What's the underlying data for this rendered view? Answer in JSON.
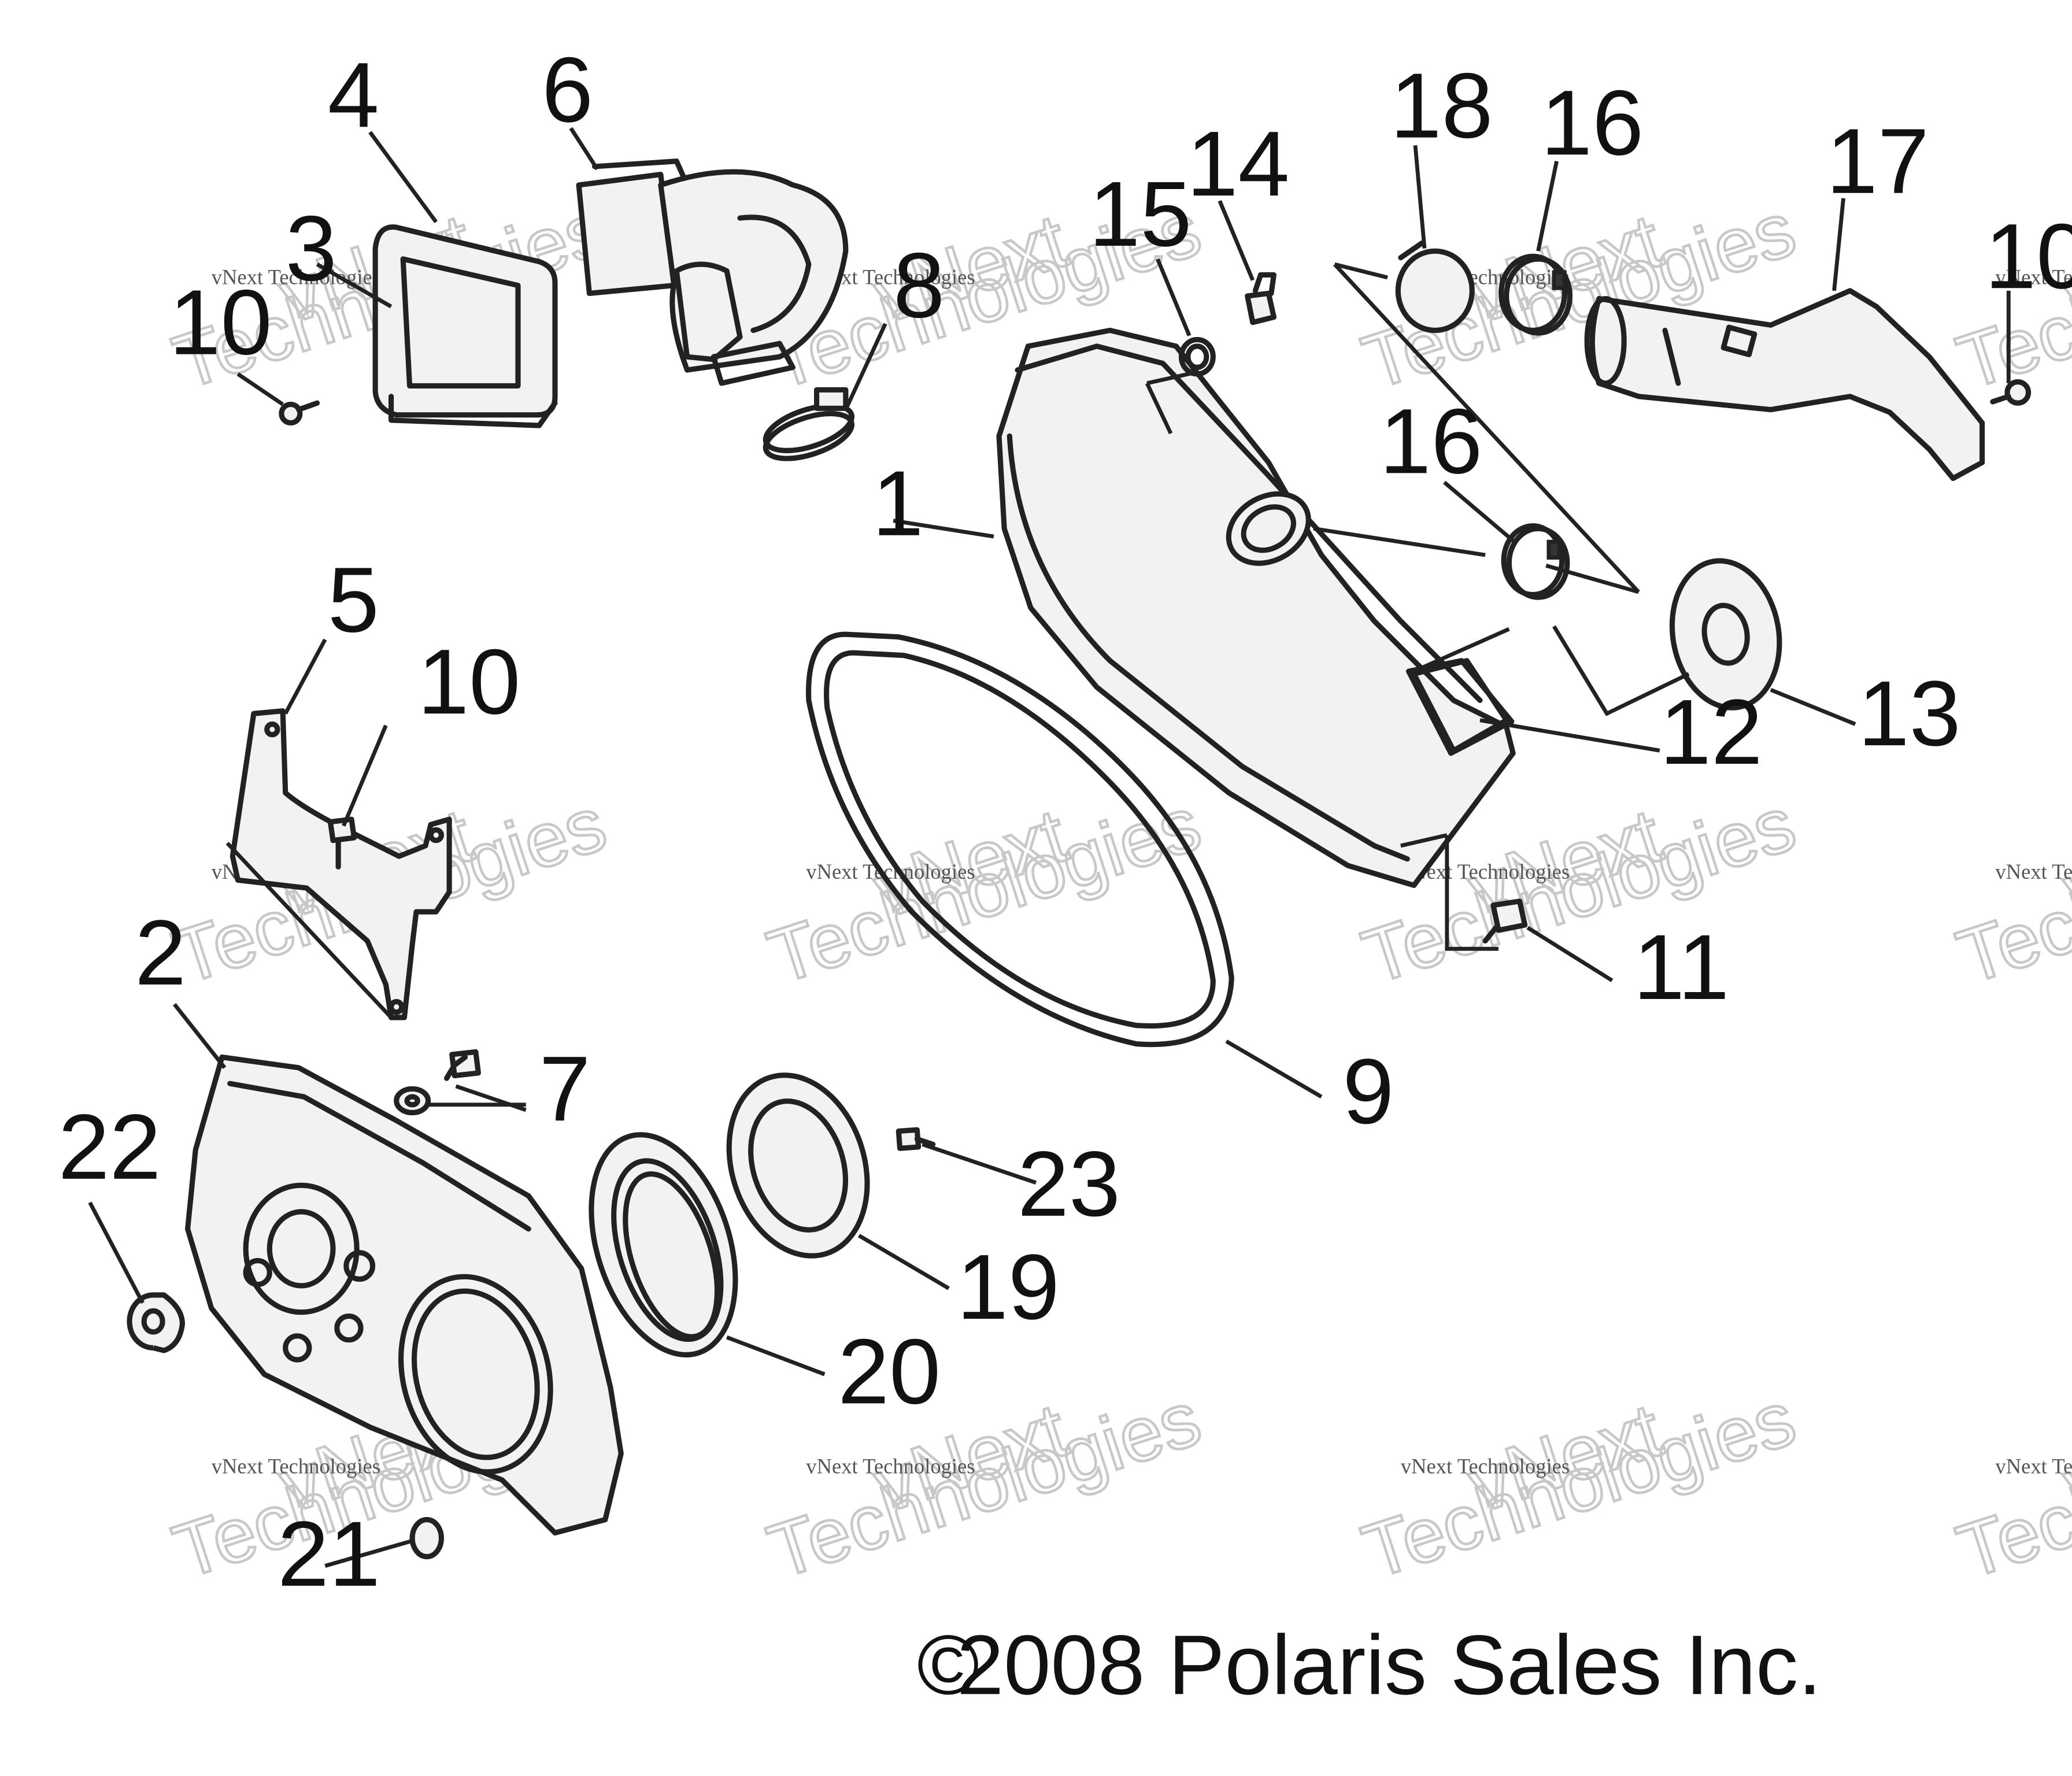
{
  "callouts": [
    "1",
    "2",
    "3",
    "4",
    "5",
    "6",
    "7",
    "8",
    "9",
    "10",
    "10",
    "10",
    "10",
    "11",
    "12",
    "13",
    "14",
    "15",
    "16",
    "16",
    "17",
    "18",
    "19",
    "20",
    "21",
    "22",
    "23"
  ],
  "watermark": {
    "line1": "vNext Technologies",
    "line2a": "vNext",
    "line2b": "Technologies"
  },
  "copyright": "2008 Polaris Sales Inc.",
  "copyright_symbol": "©",
  "colors": {
    "ink": "#222222",
    "watermark": "#c8c8c8",
    "background": "#ffffff"
  }
}
